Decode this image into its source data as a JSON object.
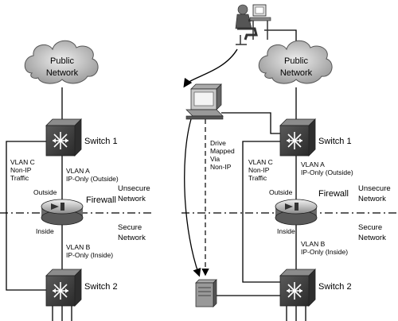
{
  "left": {
    "cloud": {
      "line1": "Public",
      "line2": "Network"
    },
    "switch1": "Switch 1",
    "switch2": "Switch 2",
    "vlan_c": {
      "line1": "VLAN C",
      "line2": "Non-IP",
      "line3": "Traffic"
    },
    "vlan_a": {
      "line1": "VLAN A",
      "line2": "IP-Only (Outside)"
    },
    "vlan_b": {
      "line1": "VLAN B",
      "line2": "IP-Only (Inside)"
    },
    "outside": "Outside",
    "inside": "Inside",
    "firewall": "Firewall",
    "unsecure": {
      "line1": "Unsecure",
      "line2": "Network"
    },
    "secure": {
      "line1": "Secure",
      "line2": "Network"
    }
  },
  "right": {
    "cloud": {
      "line1": "Public",
      "line2": "Network"
    },
    "switch1": "Switch 1",
    "switch2": "Switch 2",
    "vlan_c": {
      "line1": "VLAN C",
      "line2": "Non-IP",
      "line3": "Traffic"
    },
    "vlan_a": {
      "line1": "VLAN A",
      "line2": "IP-Only (Outside)"
    },
    "vlan_b": {
      "line1": "VLAN B",
      "line2": "IP-Only (Inside)"
    },
    "outside": "Outside",
    "inside": "Inside",
    "firewall": "Firewall",
    "unsecure": {
      "line1": "Unsecure",
      "line2": "Network"
    },
    "secure": {
      "line1": "Secure",
      "line2": "Network"
    },
    "drive": {
      "line1": "Drive",
      "line2": "Mapped",
      "line3": "Via",
      "line4": "Non-IP"
    }
  }
}
